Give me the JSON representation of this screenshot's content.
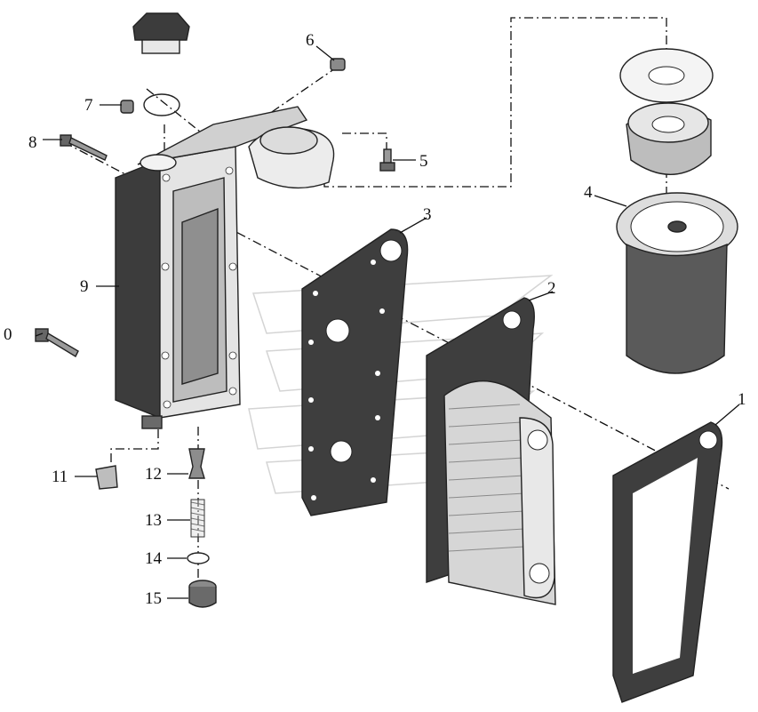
{
  "diagram": {
    "callouts": [
      {
        "id": "c0",
        "label": "0"
      },
      {
        "id": "c1",
        "label": "1"
      },
      {
        "id": "c2",
        "label": "2"
      },
      {
        "id": "c3",
        "label": "3"
      },
      {
        "id": "c4",
        "label": "4"
      },
      {
        "id": "c5",
        "label": "5"
      },
      {
        "id": "c6",
        "label": "6"
      },
      {
        "id": "c7",
        "label": "7"
      },
      {
        "id": "c8",
        "label": "8"
      },
      {
        "id": "c9",
        "label": "9"
      },
      {
        "id": "c11",
        "label": "11"
      },
      {
        "id": "c12",
        "label": "12"
      },
      {
        "id": "c13",
        "label": "13"
      },
      {
        "id": "c14",
        "label": "14"
      },
      {
        "id": "c15",
        "label": "15"
      }
    ],
    "colors": {
      "line": "#111111",
      "part_light": "#e6e6e6",
      "part_mid": "#a9a9a9",
      "part_dark": "#3c3c3c",
      "watermark": "#d4d4d4"
    }
  }
}
